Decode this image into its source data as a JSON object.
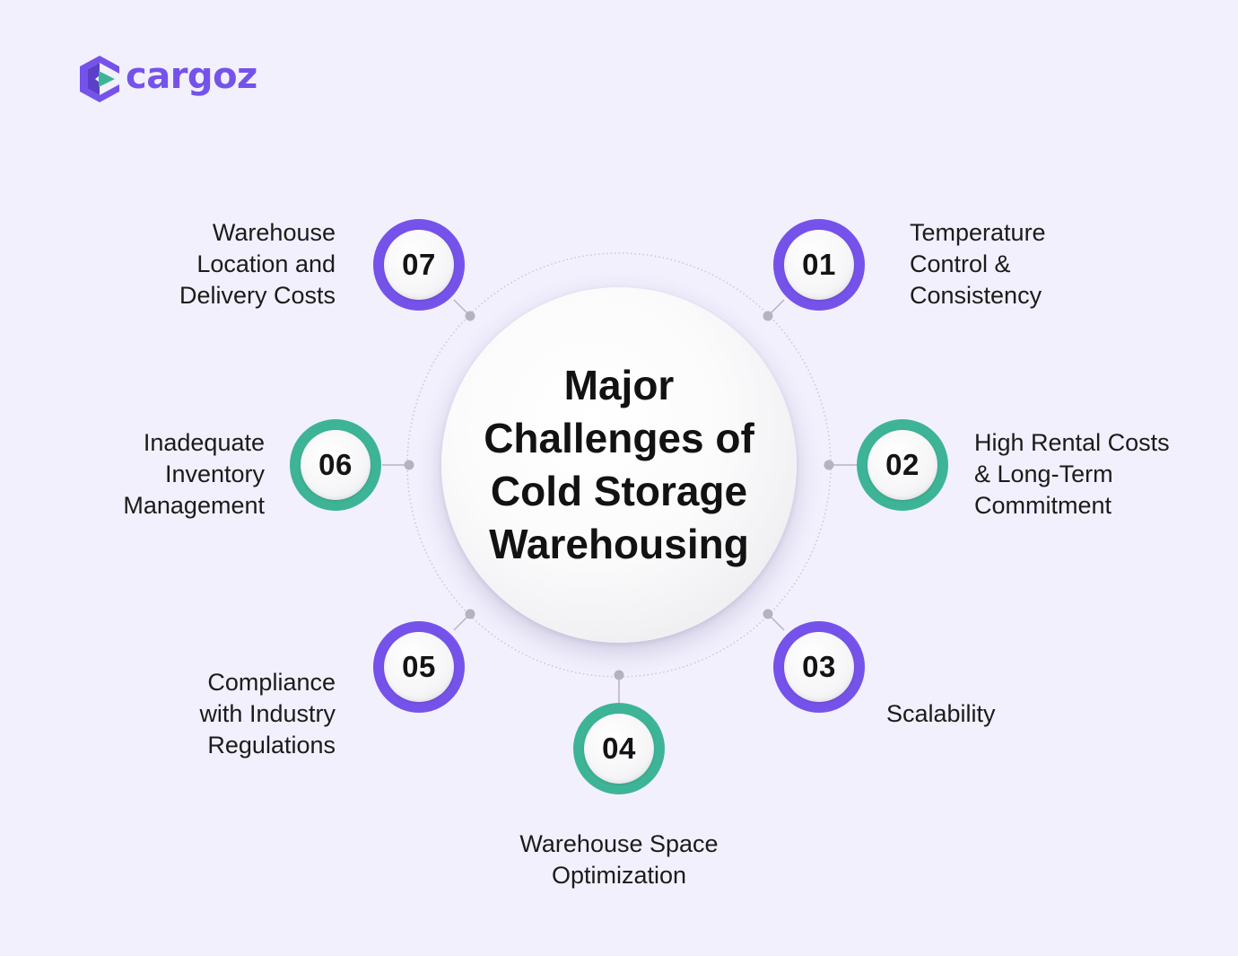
{
  "brand": {
    "name": "cargoz",
    "primary_color": "#7553ea",
    "accent_color": "#3eb497"
  },
  "center": {
    "title_lines": [
      "Major",
      "Challenges of",
      "Cold Storage",
      "Warehousing"
    ]
  },
  "steps": [
    {
      "number": "01",
      "color": "purple",
      "label_lines": [
        "Temperature",
        "Control &",
        "Consistency"
      ]
    },
    {
      "number": "02",
      "color": "teal",
      "label_lines": [
        "High Rental Costs",
        "& Long-Term",
        "Commitment"
      ]
    },
    {
      "number": "03",
      "color": "purple",
      "label_lines": [
        "Scalability"
      ]
    },
    {
      "number": "04",
      "color": "teal",
      "label_lines": [
        "Warehouse Space",
        "Optimization"
      ]
    },
    {
      "number": "05",
      "color": "purple",
      "label_lines": [
        "Compliance",
        "with Industry",
        "Regulations"
      ]
    },
    {
      "number": "06",
      "color": "teal",
      "label_lines": [
        "Inadequate",
        "Inventory",
        "Management"
      ]
    },
    {
      "number": "07",
      "color": "purple",
      "label_lines": [
        "Warehouse",
        "Location and",
        "Delivery Costs"
      ]
    }
  ]
}
